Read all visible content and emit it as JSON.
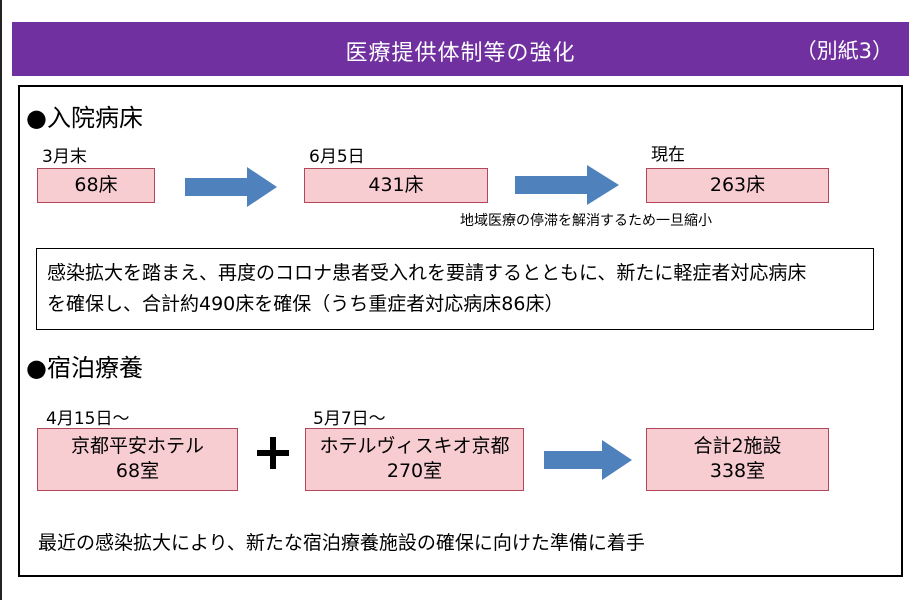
{
  "header": {
    "title": "医療提供体制等の強化",
    "note": "（別紙3）"
  },
  "beds": {
    "heading": "●入院病床",
    "stages": [
      {
        "label": "3月末",
        "value": "68床"
      },
      {
        "label": "6月5日",
        "value": "431床"
      },
      {
        "label": "現在",
        "value": "263床"
      }
    ],
    "reduction_note": "地域医療の停滞を解消するため一旦縮小",
    "summary_line1": "感染拡大を踏まえ、再度のコロナ患者受入れを要請するとともに、新たに軽症者対応病床",
    "summary_line2": "を確保し、合計約490床を確保（うち重症者対応病床86床）"
  },
  "lodging": {
    "heading": "●宿泊療養",
    "facilities": [
      {
        "date": "4月15日～",
        "name": "京都平安ホテル",
        "rooms": "68室"
      },
      {
        "date": "5月7日～",
        "name": "ホテルヴィスキオ京都",
        "rooms": "270室"
      }
    ],
    "total": {
      "name": "合計2施設",
      "rooms": "338室"
    },
    "footer_note": "最近の感染拡大により、新たな宿泊療養施設の確保に向けた準備に着手"
  },
  "colors": {
    "title_bar": "#7030a0",
    "box_fill": "#f8cdd2",
    "box_border": "#b0485a",
    "arrow": "#4f81bd"
  },
  "icons": [
    "right-arrow-icon",
    "plus-icon"
  ]
}
